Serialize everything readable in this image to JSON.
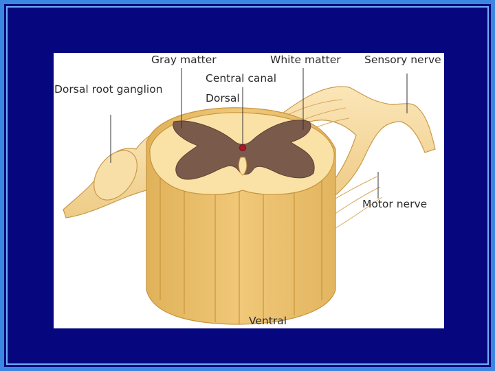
{
  "slide": {
    "background_color": "#06067e",
    "border_color": "#3a86e0"
  },
  "diagram": {
    "labels": {
      "gray_matter": "Gray matter",
      "white_matter": "White matter",
      "sensory_nerve": "Sensory nerve",
      "central_canal": "Central canal",
      "dorsal_root_ganglion": "Dorsal root ganglion",
      "dorsal": "Dorsal",
      "motor_nerve": "Motor nerve",
      "ventral": "Ventral"
    },
    "colors": {
      "white_matter": "#f4d58a",
      "gray_matter": "#7a5a4a",
      "nerve": "#f6dca0",
      "central_canal": "#b0182a"
    }
  }
}
